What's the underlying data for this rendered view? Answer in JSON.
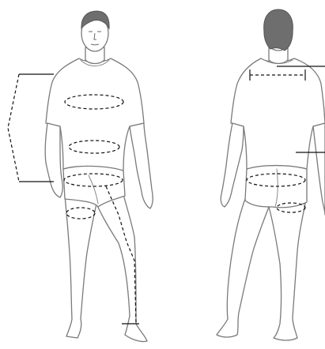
{
  "figure": {
    "views": [
      "front-view",
      "back-view"
    ]
  },
  "colors": {
    "background": "#ffffff",
    "figure_outline": "#7a7a7a",
    "hair": "#6e6e6e",
    "measurement_line": "#111111"
  },
  "measurements": {
    "front": [
      "arm-length",
      "chest",
      "waist",
      "hip",
      "thigh",
      "inseam"
    ],
    "back": [
      "shoulder-width",
      "back-length",
      "seat",
      "thigh"
    ]
  }
}
